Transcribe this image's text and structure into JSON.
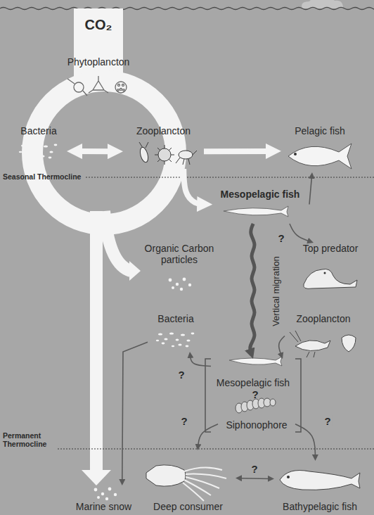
{
  "diagram": {
    "nodes": [
      {
        "text": [
          "Phytoplancton"
        ]
      },
      {
        "text": [
          "Bacteria"
        ]
      },
      {
        "text": [
          "Zooplancton"
        ]
      },
      {
        "text": [
          "Pelagic fish"
        ]
      },
      {
        "text": [
          "Mesopelagic fish"
        ]
      },
      {
        "text": [
          "Organic Carbon particles"
        ]
      },
      {
        "text": [
          "Top predator"
        ]
      },
      {
        "text": [
          "Bacteria"
        ]
      },
      {
        "text": [
          "Zooplancton"
        ]
      },
      {
        "text": [
          "Mesopelagic fish"
        ]
      },
      {
        "text": [
          "Siphonophore"
        ]
      },
      {
        "text": [
          "Marine snow"
        ]
      },
      {
        "text": [
          "Deep consumer"
        ]
      },
      {
        "text": [
          "Bathypelagic fish"
        ]
      }
    ],
    "edges": [
      {
        "from": 1,
        "to": 2,
        "arrow": "both"
      },
      {
        "from": 2,
        "to": 3,
        "arrow": "to"
      },
      {
        "from": 2,
        "to": 4,
        "arrow": "to"
      },
      {
        "from": 4,
        "to": 3,
        "arrow": "to"
      },
      {
        "from": 4,
        "to": 6,
        "label": "?",
        "arrow": "to"
      },
      {
        "from": 4,
        "to": 9,
        "label": "Vertical migration",
        "arrow": "to"
      },
      {
        "from": 8,
        "to": 9,
        "arrow": "to"
      },
      {
        "from": 9,
        "to": 7,
        "label": "?",
        "arrow": "to"
      },
      {
        "from": 7,
        "to": 11,
        "arrow": "to"
      },
      {
        "from": 10,
        "to": 12,
        "label": "?",
        "arrow": "to"
      },
      {
        "from": 10,
        "to": 13,
        "label": "?",
        "arrow": "to"
      },
      {
        "from": 12,
        "to": 13,
        "label": "?",
        "arrow": "both"
      }
    ],
    "labels": [
      "CO₂",
      "Seasonal Thermocline",
      "?",
      "Permanent Thermocline"
    ]
  }
}
